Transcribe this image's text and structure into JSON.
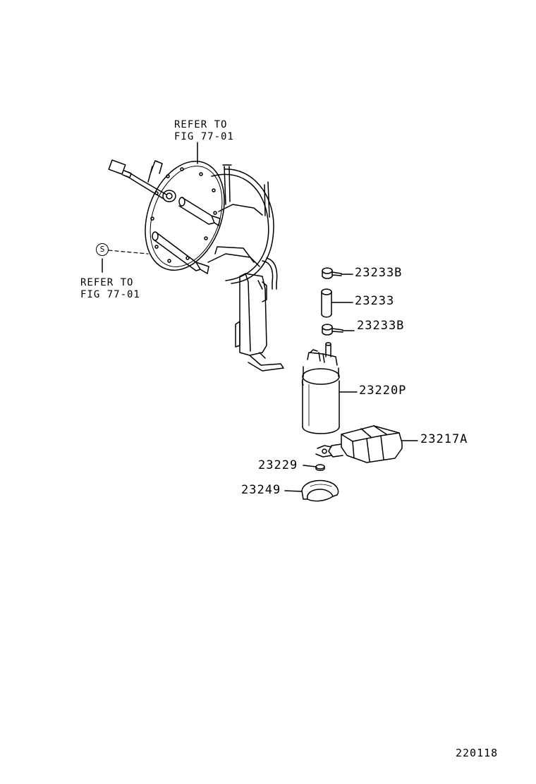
{
  "diagram": {
    "refs": [
      {
        "id": "ref-top",
        "line1": "REFER TO",
        "line2": "FIG 77-01"
      },
      {
        "id": "ref-left",
        "line1": "REFER TO",
        "line2": "FIG 77-01",
        "symbol": "S"
      }
    ],
    "parts": [
      {
        "number": "23233B"
      },
      {
        "number": "23233"
      },
      {
        "number": "23233B"
      },
      {
        "number": "23220P"
      },
      {
        "number": "23217A"
      },
      {
        "number": "23229"
      },
      {
        "number": "23249"
      }
    ],
    "illustration_id": "220118"
  }
}
